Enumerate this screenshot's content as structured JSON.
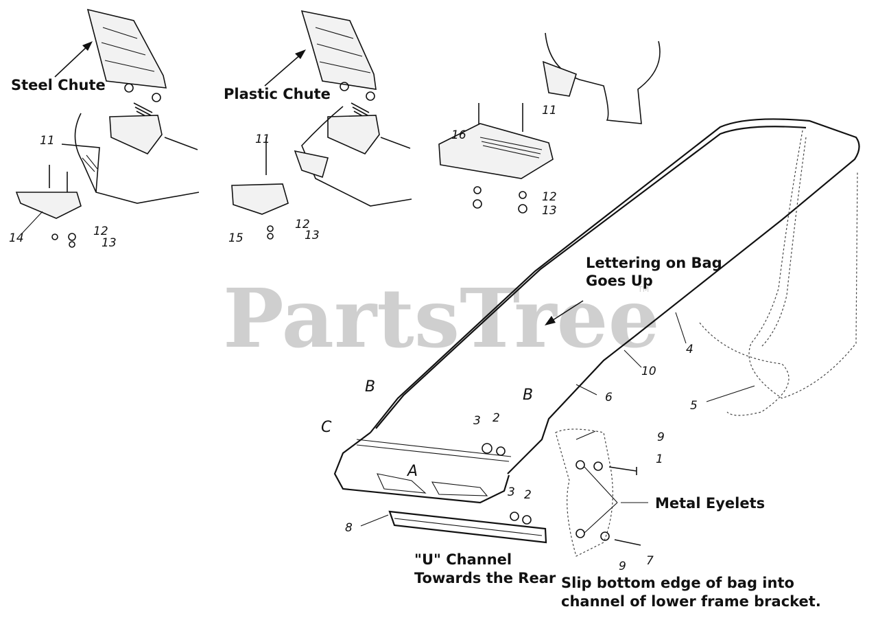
{
  "labels": {
    "steel_chute": "Steel Chute",
    "plastic_chute": "Plastic Chute",
    "lettering_line1": "Lettering on Bag",
    "lettering_line2": "Goes Up",
    "metal_eyelets": "Metal Eyelets",
    "u_channel_line1": "\"U\" Channel",
    "u_channel_line2": "Towards the Rear",
    "slip_line1": "Slip bottom edge of bag into",
    "slip_line2": "channel of lower frame bracket."
  },
  "part_numbers": {
    "p1": "1",
    "p2a": "2",
    "p2b": "2",
    "p3a": "3",
    "p3b": "3",
    "p4": "4",
    "p5": "5",
    "p6": "6",
    "p7": "7",
    "p8": "8",
    "p9a": "9",
    "p9b": "9",
    "p10": "10",
    "p11a": "11",
    "p11b": "11",
    "p11c": "11",
    "p12a": "12",
    "p12b": "12",
    "p12c": "12",
    "p13a": "13",
    "p13b": "13",
    "p13c": "13",
    "p14": "14",
    "p15": "15",
    "p16": "16"
  },
  "callout_letters": {
    "a": "A",
    "b1": "B",
    "b2": "B",
    "c": "C"
  },
  "watermark": {
    "text": "PartsTree",
    "tm": "TM"
  }
}
